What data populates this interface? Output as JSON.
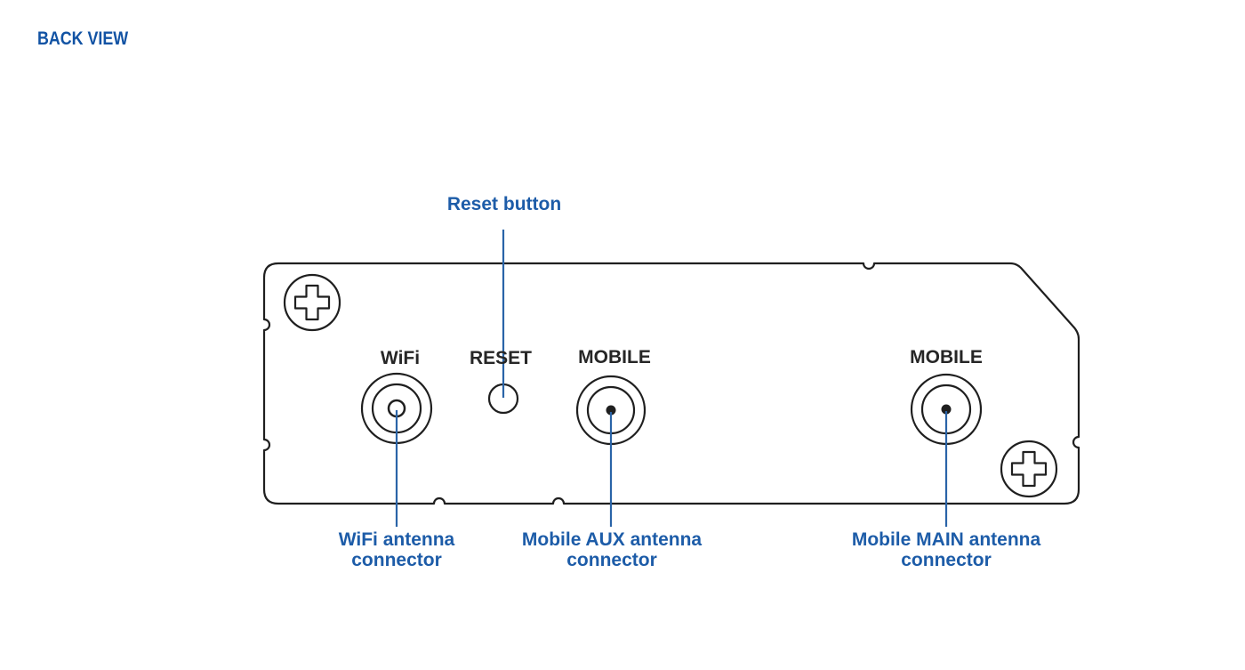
{
  "page": {
    "title": "BACK VIEW"
  },
  "colors": {
    "accent_blue": "#1d5ca8",
    "callout_line_blue": "#2a64a8",
    "outline_dark": "#1f1f1f",
    "background": "#ffffff"
  },
  "panel_labels": {
    "wifi": "WiFi",
    "reset": "RESET",
    "mobile_aux": "MOBILE",
    "mobile_main": "MOBILE"
  },
  "callouts": {
    "reset_button": "Reset button",
    "wifi_connector": {
      "line1": "WiFi antenna",
      "line2": "connector"
    },
    "mobile_aux_connector": {
      "line1": "Mobile AUX antenna",
      "line2": "connector"
    },
    "mobile_main_connector": {
      "line1": "Mobile MAIN antenna",
      "line2": "connector"
    }
  }
}
